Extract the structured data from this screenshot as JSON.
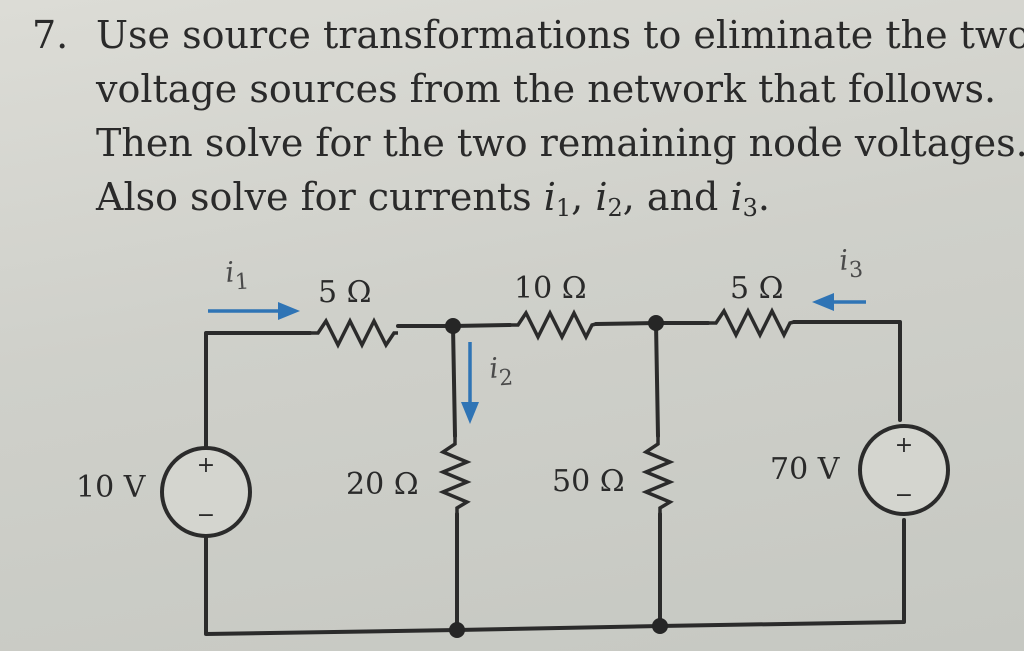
{
  "problem": {
    "number": "7.",
    "line1": "Use source transformations to eliminate the two",
    "line2": "voltage sources from the network that follows.",
    "line3": "Then solve for the two remaining node voltages.",
    "line4_prefix": "Also solve for currents ",
    "line4_sep1": ", ",
    "line4_sep2": ", and ",
    "line4_end": "."
  },
  "current_vars": [
    {
      "letter": "i",
      "sub": "1"
    },
    {
      "letter": "i",
      "sub": "2"
    },
    {
      "letter": "i",
      "sub": "3"
    }
  ],
  "circuit": {
    "resistors": {
      "r_top_left": "5 Ω",
      "r_top_middle": "10 Ω",
      "r_top_right": "5 Ω",
      "r_shunt_left": "20 Ω",
      "r_shunt_right": "50 Ω"
    },
    "sources": {
      "left": {
        "label": "10 V",
        "plus": "+",
        "minus": "−"
      },
      "right": {
        "label": "70 V",
        "plus": "+",
        "minus": "−"
      }
    },
    "currents": {
      "i1": {
        "letter": "i",
        "sub": "1"
      },
      "i2": {
        "letter": "i",
        "sub": "2"
      },
      "i3": {
        "letter": "i",
        "sub": "3"
      }
    },
    "colors": {
      "wire": "#2b2b2b",
      "arrow": "#2f74b5",
      "paper": "#d4d5cf"
    }
  }
}
